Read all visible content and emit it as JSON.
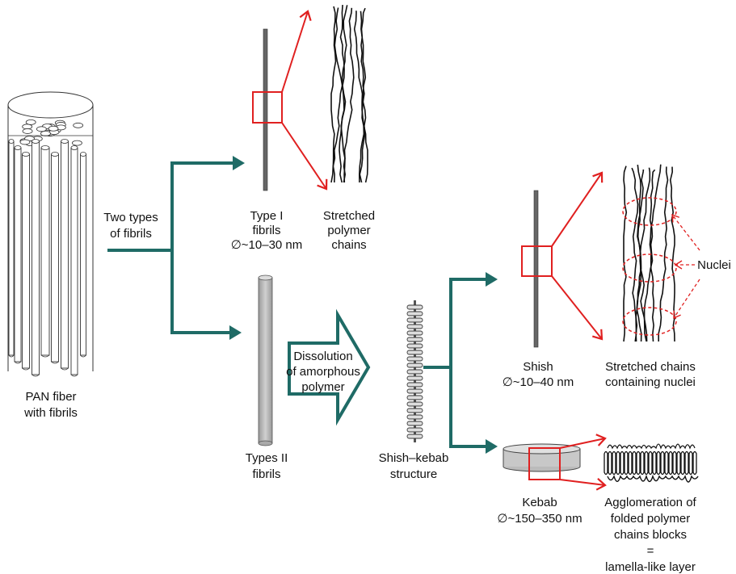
{
  "colors": {
    "flow_arrow": "#1f6b66",
    "zoom_marker": "#e02020",
    "fibril_gray": "#bdbdbd",
    "chain": "#111111"
  },
  "labels": {
    "pan_fiber": [
      "PAN fiber",
      "with fibrils"
    ],
    "two_types": [
      "Two types",
      "of fibrils"
    ],
    "type1": [
      "Type I",
      "fibrils",
      "∅~10–30 nm"
    ],
    "stretched_polymer": [
      "Stretched",
      "polymer",
      "chains"
    ],
    "type2": [
      "Types II",
      "fibrils"
    ],
    "dissolution": [
      "Dissolution",
      "of amorphous",
      "polymer"
    ],
    "shish_kebab": [
      "Shish–kebab",
      "structure"
    ],
    "shish": [
      "Shish",
      "∅~10–40 nm"
    ],
    "stretched_nuclei": [
      "Stretched chains",
      "containing nuclei"
    ],
    "nuclei": "Nuclei",
    "kebab": [
      "Kebab",
      "∅~150–350 nm"
    ],
    "agglomeration": [
      "Agglomeration of",
      "folded polymer",
      "chains blocks",
      "=",
      "lamella-like layer"
    ]
  }
}
